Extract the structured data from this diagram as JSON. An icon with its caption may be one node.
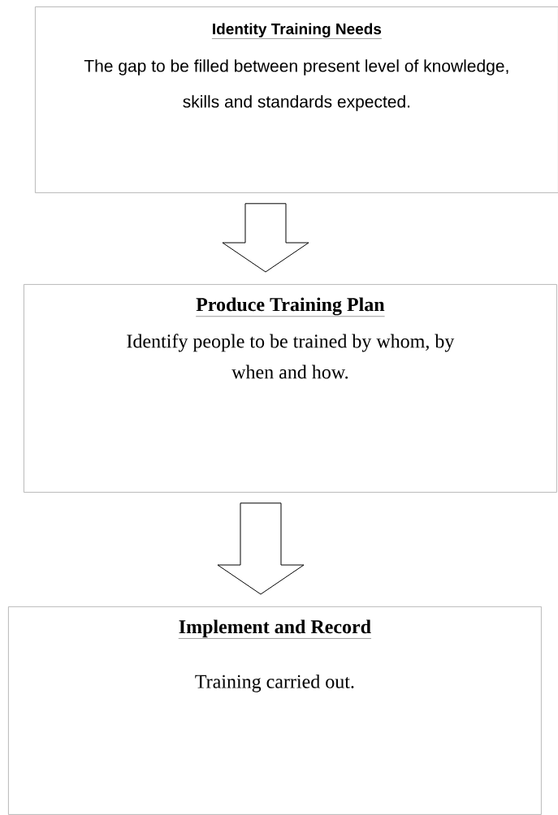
{
  "diagram": {
    "nodes": [
      {
        "text": [
          "Identity Training Needs",
          "The gap to be filled between present level of knowledge, skills and standards expected."
        ]
      },
      {
        "text": [
          "Produce Training Plan",
          "Identify people to be trained by whom, by when and how."
        ]
      },
      {
        "text": [
          "Implement and  Record",
          "Training carried out."
        ]
      }
    ],
    "edges": [
      {
        "from": 0,
        "to": 1,
        "arrow": "to"
      },
      {
        "from": 1,
        "to": 2,
        "arrow": "to"
      }
    ]
  }
}
